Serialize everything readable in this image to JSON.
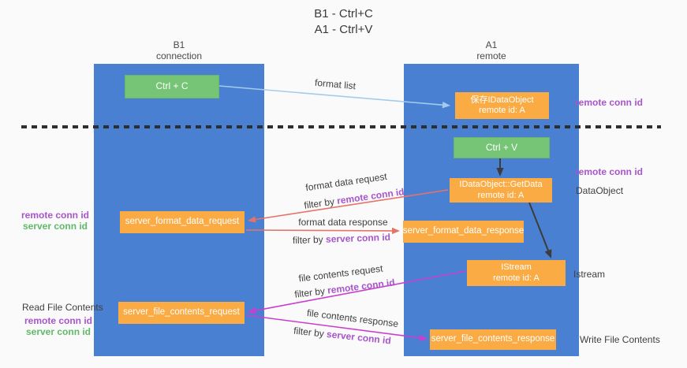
{
  "title": {
    "line1": "B1 - Ctrl+C",
    "line2": "A1 - Ctrl+V"
  },
  "columns": {
    "left": {
      "header_line1": "B1",
      "header_line2": "connection"
    },
    "right": {
      "header_line1": "A1",
      "header_line2": "remote"
    }
  },
  "nodes": {
    "ctrl_c": "Ctrl + C",
    "ctrl_v": "Ctrl + V",
    "save_idataobject": {
      "line1": "保存IDataObject",
      "line2": "remote id: A"
    },
    "getdata": {
      "line1": "IDataObject::GetData",
      "line2": "remote id: A"
    },
    "istream": {
      "line1": "IStream",
      "line2": "remote id: A"
    },
    "server_format_data_request": "server_format_data_request",
    "server_format_data_response": "server_format_data_response",
    "server_file_contents_request": "server_file_contents_request",
    "server_file_contents_response": "server_file_contents_response"
  },
  "arrow_labels": {
    "format_list": "format list",
    "format_data_request": "format data request",
    "filter_remote_1": {
      "prefix": "filter by ",
      "highlight": "remote conn id"
    },
    "format_data_response": "format data response",
    "filter_server_1": {
      "prefix": "filter by ",
      "highlight": "server conn id"
    },
    "file_contents_request": "file contents request",
    "filter_remote_2": {
      "prefix": "filter by ",
      "highlight": "remote conn id"
    },
    "file_contents_response": "file contents response",
    "filter_server_2": {
      "prefix": "filter by ",
      "highlight": "server conn id"
    }
  },
  "annotations": {
    "right_top_remote": "remote conn id",
    "right_mid_remote": "remote conn id",
    "dataobject": "DataObject",
    "istream": "Istream",
    "write_file_contents": "Write File Contents",
    "read_file_contents": "Read File Contents",
    "left1_remote": "remote conn id",
    "left1_server": "server conn id",
    "left2_remote": "remote conn id",
    "left2_server": "server conn id"
  },
  "colors": {
    "column-blue": "#4a80d2",
    "box-orange": "#fbab43",
    "box-green": "#76c476",
    "arrow-salmon": "#e57368",
    "arrow-magenta": "#c93ecf",
    "arrow-lightblue": "#a3cbec",
    "text-purple": "#a855cc",
    "text-green": "#5fba68",
    "text-dark": "#3c3c3c",
    "background": "#fafafa"
  }
}
